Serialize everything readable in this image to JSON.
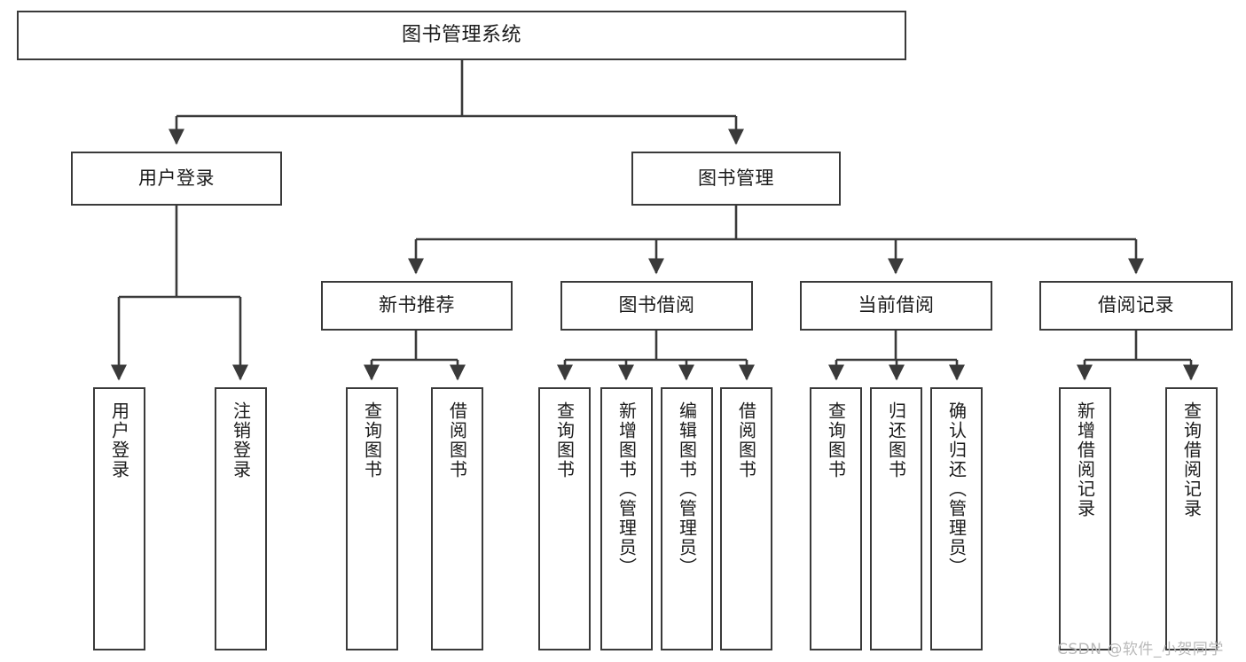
{
  "diagram": {
    "type": "tree-hierarchy",
    "background_color": "#ffffff",
    "line_color": "#3a3a3a",
    "text_color": "#1a1a1a",
    "root": {
      "label": "图书管理系统"
    },
    "level2": [
      {
        "label": "用户登录"
      },
      {
        "label": "图书管理"
      }
    ],
    "level3": [
      {
        "label": "新书推荐"
      },
      {
        "label": "图书借阅"
      },
      {
        "label": "当前借阅"
      },
      {
        "label": "借阅记录"
      }
    ],
    "leaves": {
      "user_login": [
        {
          "label": "用户登录"
        },
        {
          "label": "注销登录"
        }
      ],
      "new_book_recommend": [
        {
          "label": "查询图书"
        },
        {
          "label": "借阅图书"
        }
      ],
      "book_borrow": [
        {
          "label": "查询图书"
        },
        {
          "label": "新增图书（管理员）"
        },
        {
          "label": "编辑图书（管理员）"
        },
        {
          "label": "借阅图书"
        }
      ],
      "current_borrow": [
        {
          "label": "查询图书"
        },
        {
          "label": "归还图书"
        },
        {
          "label": "确认归还（管理员）"
        }
      ],
      "borrow_record": [
        {
          "label": "新增借阅记录"
        },
        {
          "label": "查询借阅记录"
        }
      ]
    }
  },
  "watermark": {
    "text": "CSDN @软件_小贺同学"
  }
}
